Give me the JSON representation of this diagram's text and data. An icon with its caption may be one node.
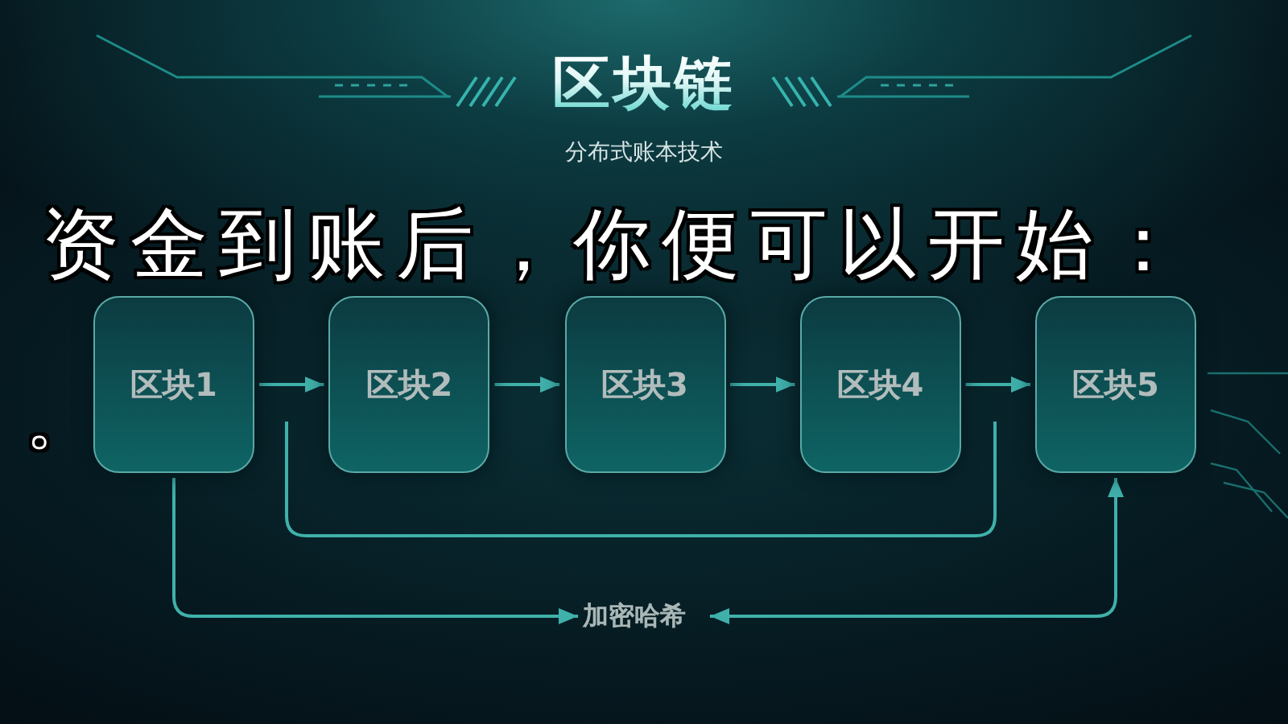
{
  "diagram": {
    "title": "区块链",
    "caption": "分布式账本技术",
    "nodes": [
      {
        "text": [
          "区块1"
        ]
      },
      {
        "text": [
          "区块2"
        ]
      },
      {
        "text": [
          "区块3"
        ]
      },
      {
        "text": [
          "区块4"
        ]
      },
      {
        "text": [
          "区块5"
        ]
      },
      {
        "text": [
          "加密哈希"
        ]
      }
    ],
    "edges": [
      {
        "from": 0,
        "to": 1,
        "arrow": "to"
      },
      {
        "from": 1,
        "to": 2,
        "arrow": "to"
      },
      {
        "from": 2,
        "to": 3,
        "arrow": "to"
      },
      {
        "from": 3,
        "to": 4,
        "arrow": "to"
      },
      {
        "from": 0,
        "to": 5,
        "arrow": "to"
      },
      {
        "from": 5,
        "to": 4,
        "arrow": "both"
      }
    ],
    "labels": [
      "资金到账后，你便可以开始：",
      "。"
    ]
  }
}
